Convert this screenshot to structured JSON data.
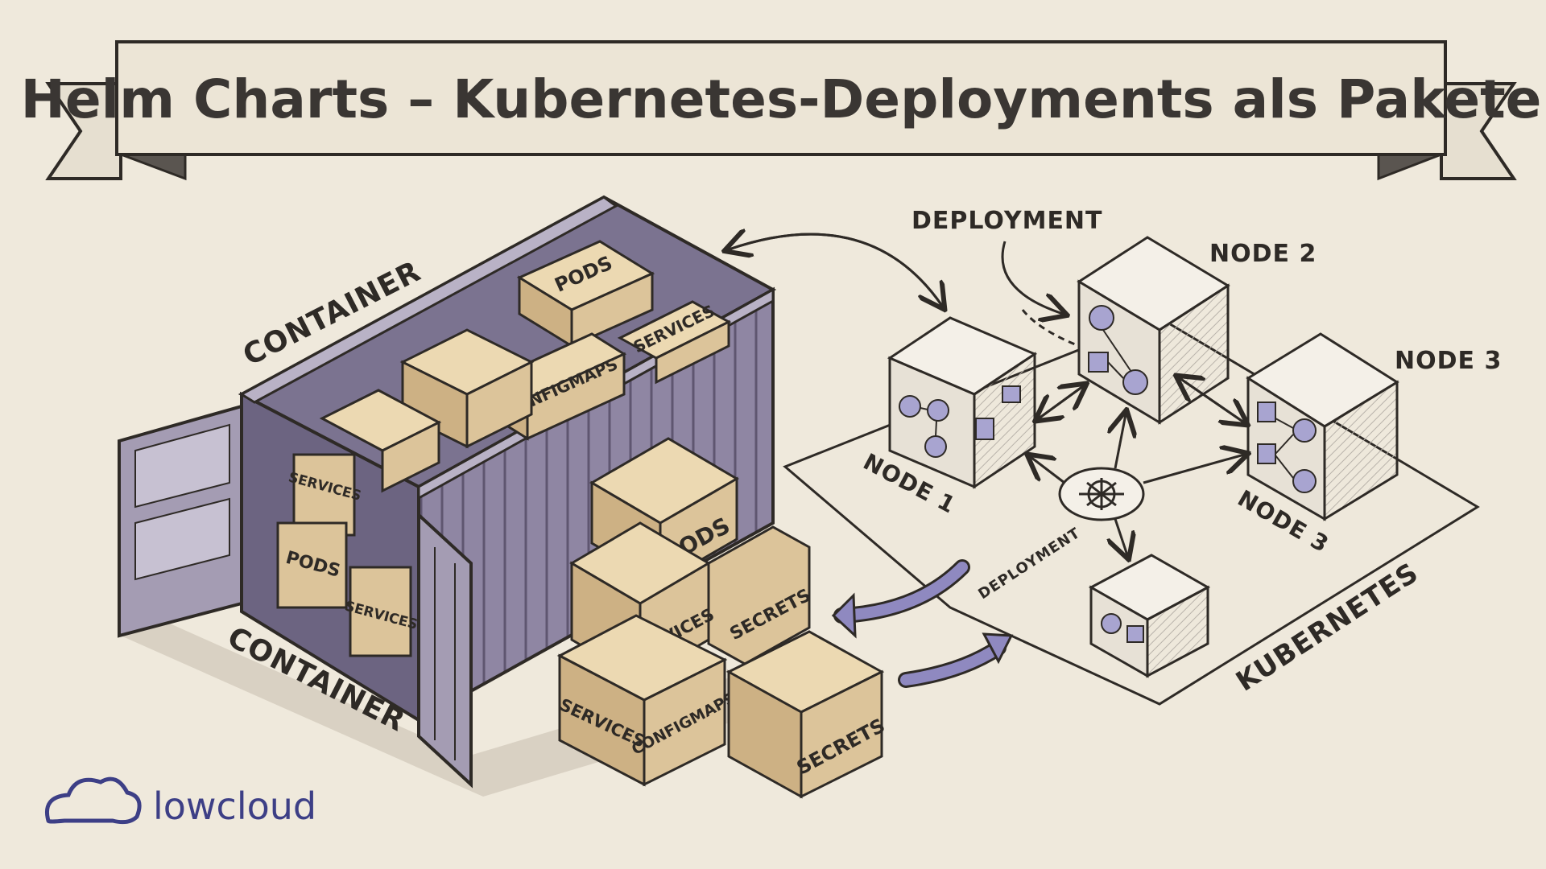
{
  "title": "Helm Charts – Kubernetes-Deployments als Pakete",
  "labels": {
    "container_top": "CONTAINER",
    "container_bottom": "CONTAINER",
    "deployment_top": "DEPLOYMENT",
    "deployment_platform": "DEPLOYMENT",
    "node1": "NODE 1",
    "node2": "NODE 2",
    "node3_top": "NODE 3",
    "node3_platform": "NODE 3",
    "kubernetes": "KUBERNETES"
  },
  "container_boxes": {
    "pods_top": "PODS",
    "services_top": "SERVICES",
    "configmaps_top": "CONFIGMAPS",
    "services_inside": "SERVICES",
    "pods_inside": "PODS",
    "services_inside_low": "SERVICES"
  },
  "stack_boxes": {
    "pods": "PODS",
    "services_mid": "SERVICES",
    "secrets_mid": "SECRETS",
    "services_bottom": "SERVICES",
    "configmaps_bottom": "CONFIGMAPS",
    "secrets_bottom": "SECRETS"
  },
  "logo": {
    "text": "lowcloud",
    "icon": "cloud-icon"
  },
  "colors": {
    "paper": "#efe9dc",
    "ink": "#2e2a26",
    "box_kraft": "#dcc49a",
    "container_purple": "#8a7f9a",
    "accent_purple": "#8f89c0",
    "logo_blue": "#3d3f86"
  }
}
